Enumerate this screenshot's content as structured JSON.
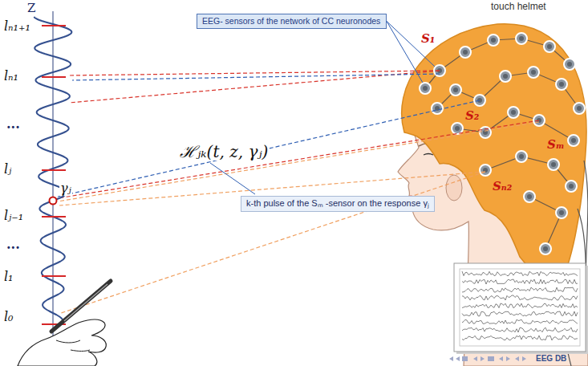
{
  "diagram": {
    "nodes": [
      {
        "text": [
          "EEG- sensors of the network of CC neuronodes"
        ]
      },
      {
        "text": [
          "k-th pulse of the Sₘ -sensor on the response γⱼ"
        ]
      }
    ],
    "labels": [
      "touch helmet",
      "Z",
      "lₙ₁₊₁",
      "lₙ₁",
      "...",
      "lⱼ",
      "γⱼ",
      "lⱼ₋₁",
      "...",
      "l₁",
      "l₀",
      "S₁",
      "S₂",
      "Sₘ",
      "Sₙ₂",
      "ℋⱼₖ(t, z, γⱼ)",
      "EEG DB"
    ]
  }
}
